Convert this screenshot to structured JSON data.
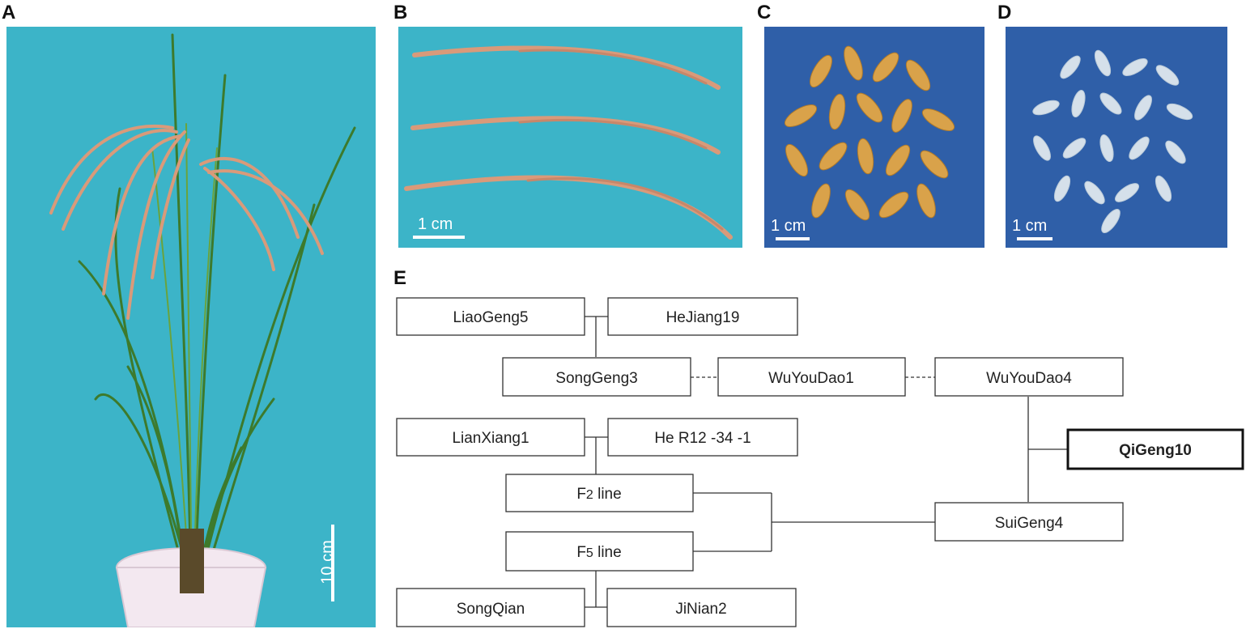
{
  "panels": {
    "a": {
      "letter": "A",
      "scale": "10 cm"
    },
    "b": {
      "letter": "B",
      "scale": "1 cm"
    },
    "c": {
      "letter": "C",
      "scale": "1 cm"
    },
    "d": {
      "letter": "D",
      "scale": "1 cm"
    },
    "e": {
      "letter": "E"
    }
  },
  "colors": {
    "photo_background": "#3cb4c8",
    "grain_background": "#2f5fa8",
    "panicle": "#d99a7a",
    "leaf": "#3d7a2c",
    "husk": "#d9a24a",
    "polished_rice": "#e8eef2",
    "pot": "#f3e8f0"
  },
  "pedigree": {
    "nodes": {
      "liaogeng5": "LiaoGeng5",
      "hejiang19": "HeJiang19",
      "songgeng3": "SongGeng3",
      "wuyoudao1": "WuYouDao1",
      "wuyoudao4": "WuYouDao4",
      "lianxiang1": "LianXiang1",
      "her12": "He R12 -34 -1",
      "f2_prefix": "F",
      "f2_sub": "2",
      "f2_suffix": " line",
      "f5_prefix": "F",
      "f5_sub": "5",
      "f5_suffix": " line",
      "suigeng4": "SuiGeng4",
      "qigeng10": "QiGeng10",
      "songqian": "SongQian",
      "jinian2": "JiNian2"
    }
  }
}
